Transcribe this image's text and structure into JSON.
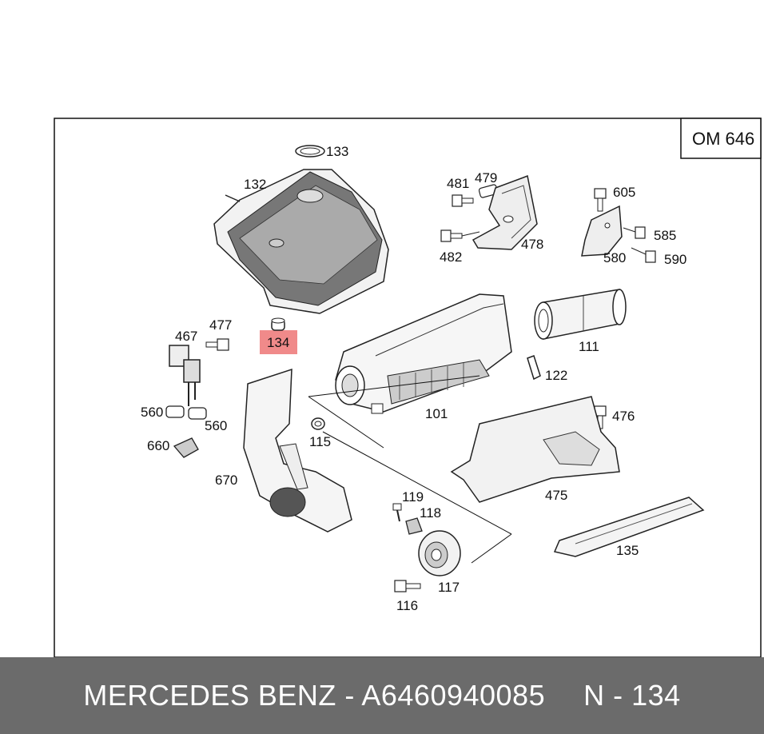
{
  "diagram": {
    "model_code": "OM 646",
    "highlighted_part": "134",
    "part_labels": {
      "p101": "101",
      "p111": "111",
      "p115": "115",
      "p116": "116",
      "p117": "117",
      "p118": "118",
      "p119": "119",
      "p122": "122",
      "p132": "132",
      "p133": "133",
      "p134": "134",
      "p135": "135",
      "p467": "467",
      "p475": "475",
      "p476": "476",
      "p477": "477",
      "p478": "478",
      "p479": "479",
      "p481": "481",
      "p482": "482",
      "p560a": "560",
      "p560b": "560",
      "p580": "580",
      "p585": "585",
      "p590": "590",
      "p605": "605",
      "p660": "660",
      "p670": "670"
    },
    "colors": {
      "highlight": "#f08a8a",
      "footer_bg": "#6b6b6b",
      "footer_text": "#ffffff"
    }
  },
  "footer": {
    "brand_part": "MERCEDES BENZ - A6460940085",
    "ref": "N - 134"
  }
}
